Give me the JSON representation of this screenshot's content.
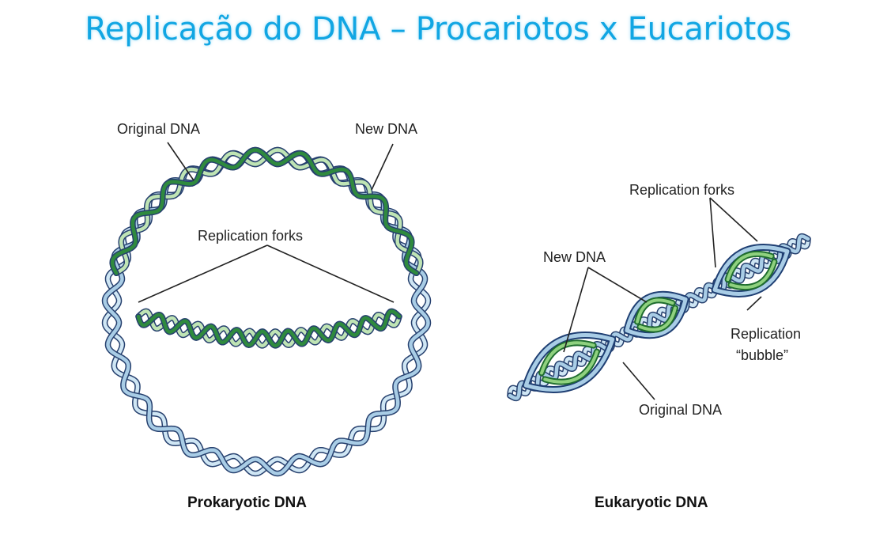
{
  "title": "Replicação do DNA – Procariotos x Eucariotos",
  "prokaryotic": {
    "label_original": "Original DNA",
    "label_new": "New DNA",
    "label_forks": "Replication forks",
    "caption": "Prokaryotic DNA"
  },
  "eukaryotic": {
    "label_forks": "Replication forks",
    "label_new": "New DNA",
    "label_bubble_1": "Replication",
    "label_bubble_2": "“bubble”",
    "label_original": "Original DNA",
    "caption": "Eukaryotic DNA"
  },
  "colors": {
    "title": "#11a6e3",
    "original_strand": "#1f3f73",
    "original_strand_light": "#a9cde6",
    "new_strand": "#2f8a3e",
    "new_strand_light": "#bfe4b4"
  }
}
